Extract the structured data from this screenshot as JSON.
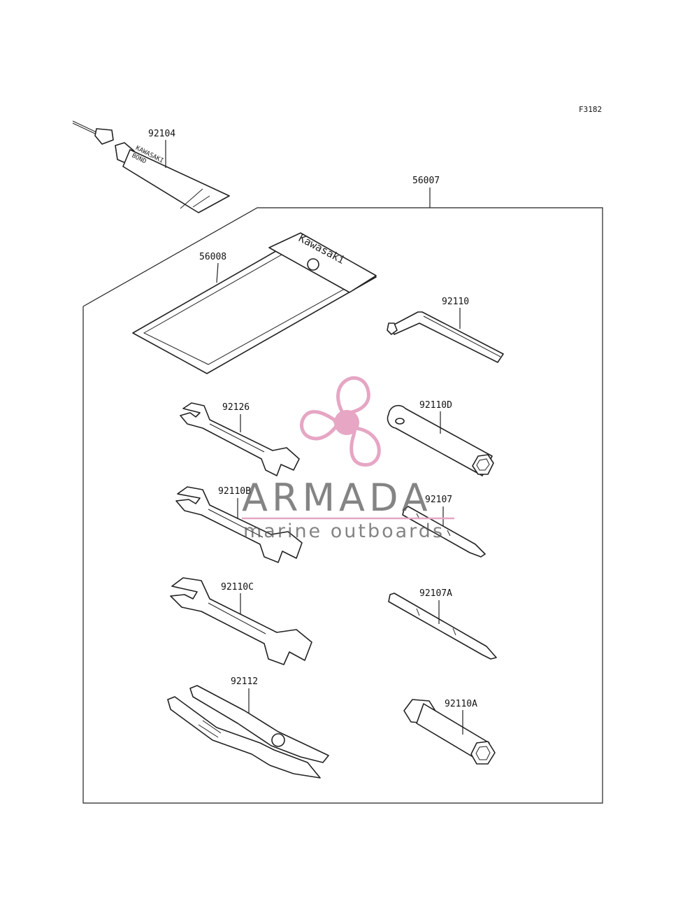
{
  "figure_code": "F3182",
  "parts": {
    "bond": "92104",
    "kit": "56007",
    "pouch": "56008",
    "hex_key": "92110",
    "wrench_small": "92126",
    "box_wrench": "92110D",
    "wrench_b": "92110B",
    "screwdriver": "92107",
    "wrench_c": "92110C",
    "screwdriver_a": "92107A",
    "pliers": "92112",
    "socket_a": "92110A"
  },
  "tube_print": {
    "line1": "KAWASAKI",
    "line2": "BOND"
  },
  "pouch_print": "Kawasaki",
  "watermark": {
    "brand": "ARMADA",
    "tagline": "marine outboards",
    "accent_color": "#e6a6c4",
    "icon": "propeller-icon"
  }
}
